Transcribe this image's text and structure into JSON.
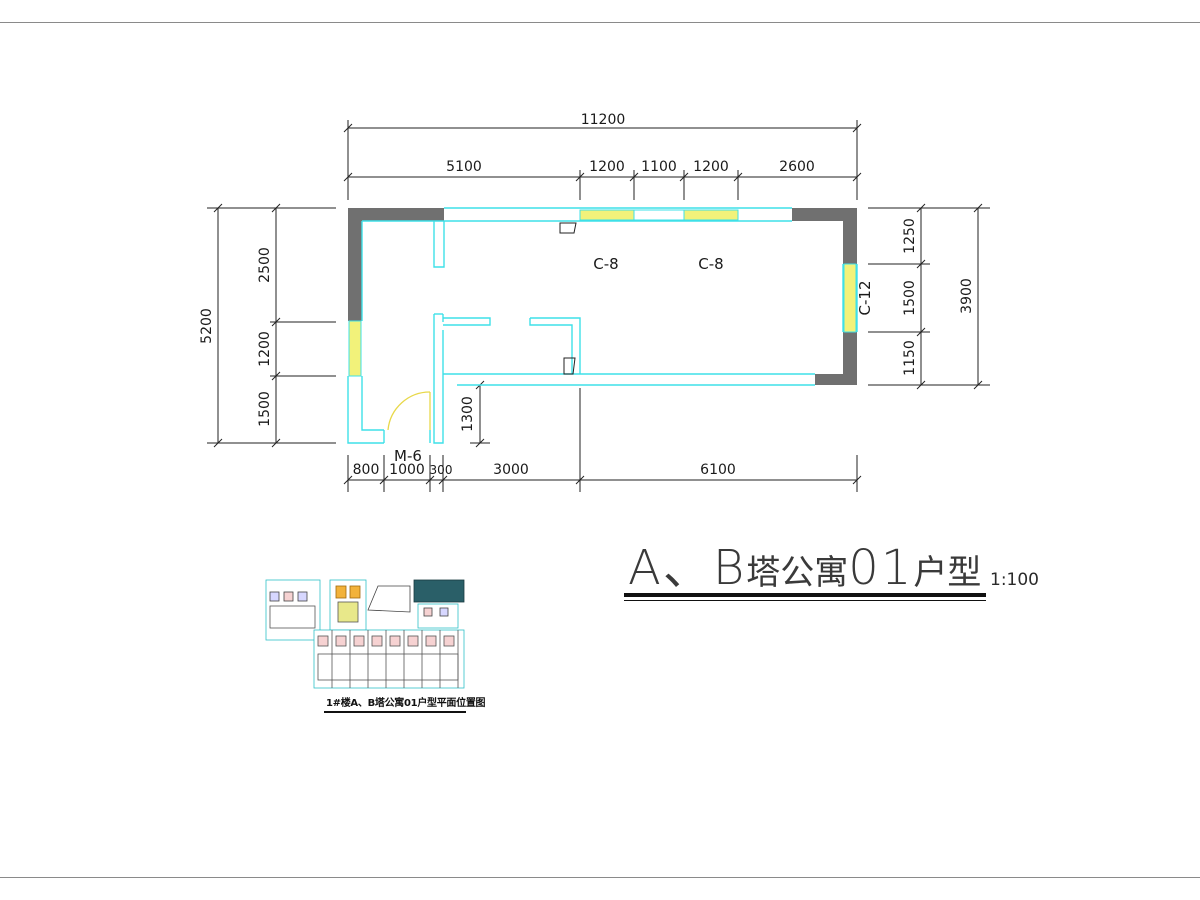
{
  "plan": {
    "dims_top": {
      "overall": "11200",
      "segments": [
        "5100",
        "1200",
        "1100",
        "1200",
        "2600"
      ]
    },
    "dims_left": {
      "overall": "5200",
      "segments": [
        "2500",
        "1200",
        "1500"
      ]
    },
    "dims_right": {
      "overall": "3900",
      "segments": [
        "1250",
        "1500",
        "1150"
      ]
    },
    "dims_bottom": {
      "segments": [
        "800",
        "1000",
        "300",
        "3000",
        "6100"
      ]
    },
    "dim_inner": "1300",
    "labels": {
      "window_c8_left": "C-8",
      "window_c8_right": "C-8",
      "window_c12": "C-12",
      "door_m6": "M-6"
    }
  },
  "title": {
    "main_latin": "A、B",
    "main_cjk1": "塔公寓",
    "main_num": "01",
    "main_cjk2": "户型",
    "scale": "1:100"
  },
  "keyplan": {
    "caption": "1#楼A、B塔公寓01户型平面位置图"
  },
  "colors": {
    "wall_solid": "#707070",
    "wall_outline": "#3ee0e8",
    "window_fill": "#f2f27a",
    "door_arc": "#f0e060",
    "dim_line": "#222222",
    "frame": "#8a8a8a"
  }
}
